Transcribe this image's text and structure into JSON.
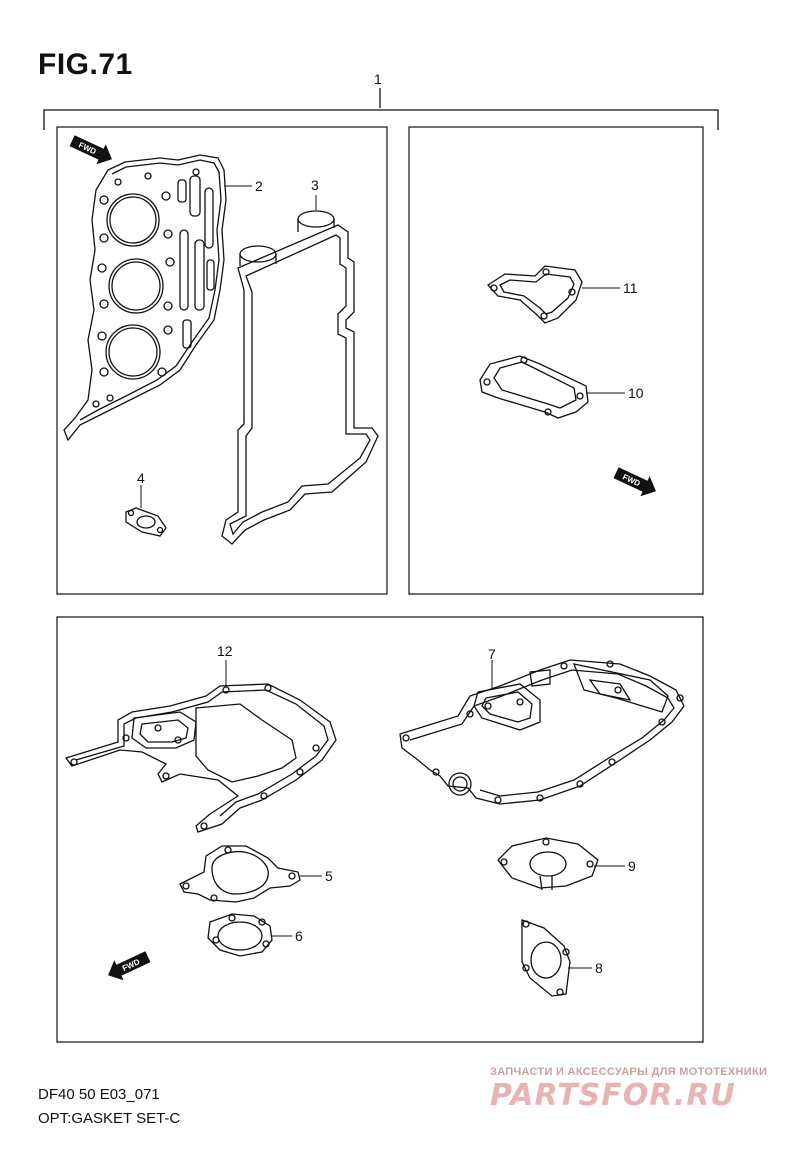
{
  "figure": {
    "title": "FIG.71"
  },
  "callouts": {
    "c1": "1",
    "c2": "2",
    "c3": "3",
    "c4": "4",
    "c5": "5",
    "c6": "6",
    "c7": "7",
    "c8": "8",
    "c9": "9",
    "c10": "10",
    "c11": "11",
    "c12": "12"
  },
  "fwd": {
    "label": "FWD"
  },
  "footer": {
    "code": "DF40 50 E03_071",
    "description": "OPT:GASKET SET-C"
  },
  "watermark": {
    "tagline": "ЗАПЧАСТИ И АКСЕССУАРЫ ДЛЯ МОТОТЕХНИКИ",
    "logo": "PARTSFOR.RU",
    "color": "#e7b3b3"
  }
}
